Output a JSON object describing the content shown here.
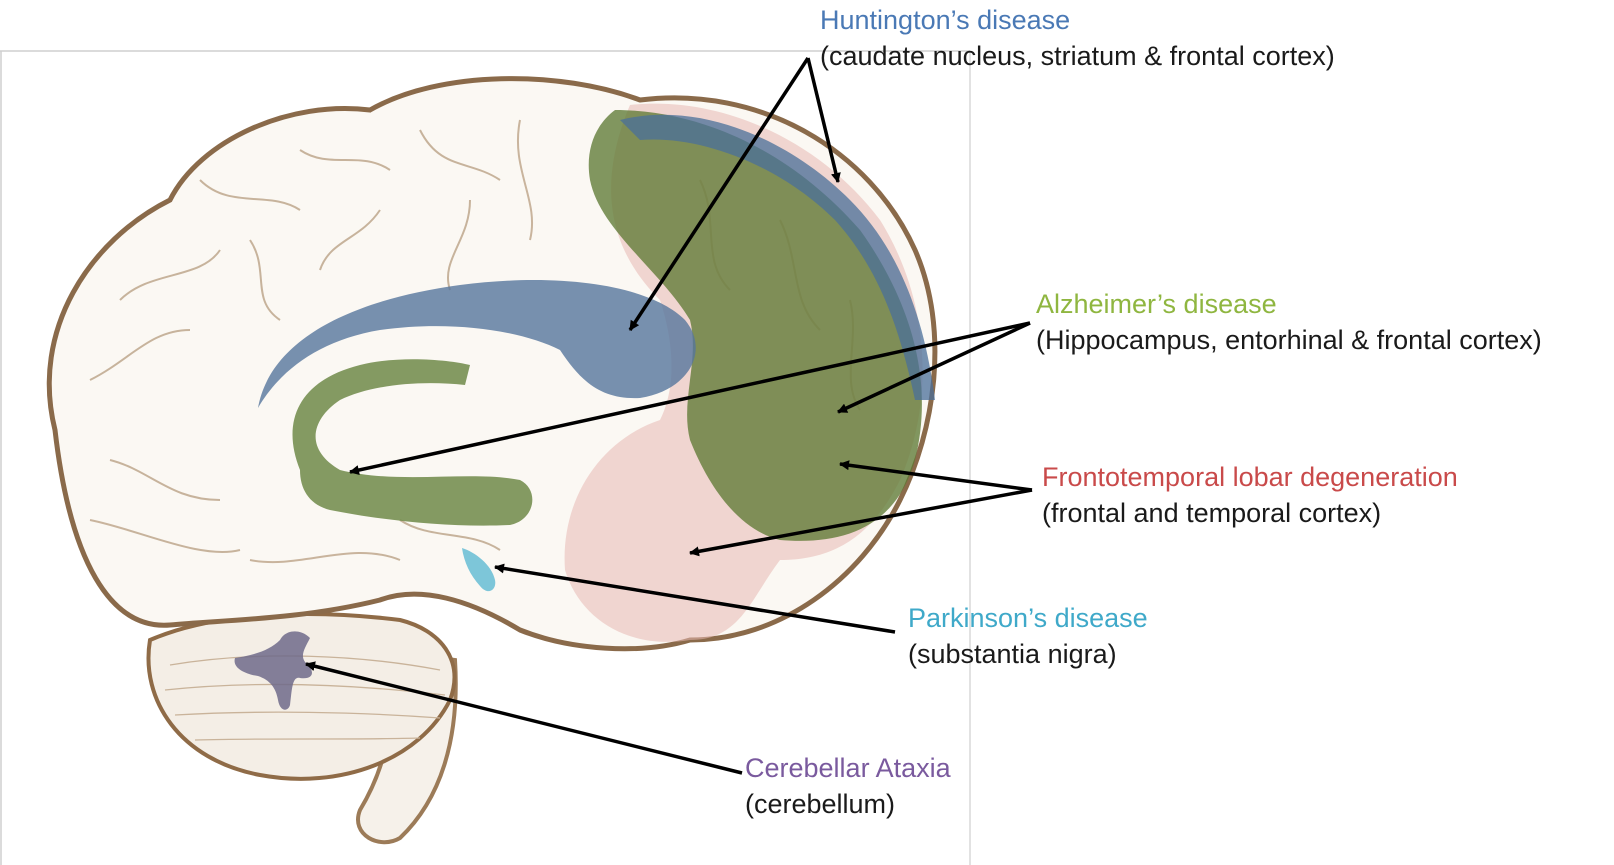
{
  "colors": {
    "huntington": "#4a79b5",
    "alzheimer": "#8fb640",
    "ftld": "#c94a4a",
    "parkinson": "#3fa9c9",
    "cerebellar": "#7a5a9e",
    "brain_outline": "#8a6a4a",
    "arrow": "#000000"
  },
  "labels": {
    "huntington": {
      "name": "Huntington’s disease",
      "regions": "(caudate nucleus, striatum & frontal cortex)"
    },
    "alzheimer": {
      "name": "Alzheimer’s disease",
      "regions": "(Hippocampus, entorhinal & frontal cortex)"
    },
    "ftld": {
      "name": "Frontotemporal lobar degeneration",
      "regions": "(frontal and temporal cortex)"
    },
    "parkinson": {
      "name": "Parkinson’s disease",
      "regions": "(substantia nigra)"
    },
    "cerebellar": {
      "name": "Cerebellar Ataxia",
      "regions": "(cerebellum)"
    }
  }
}
